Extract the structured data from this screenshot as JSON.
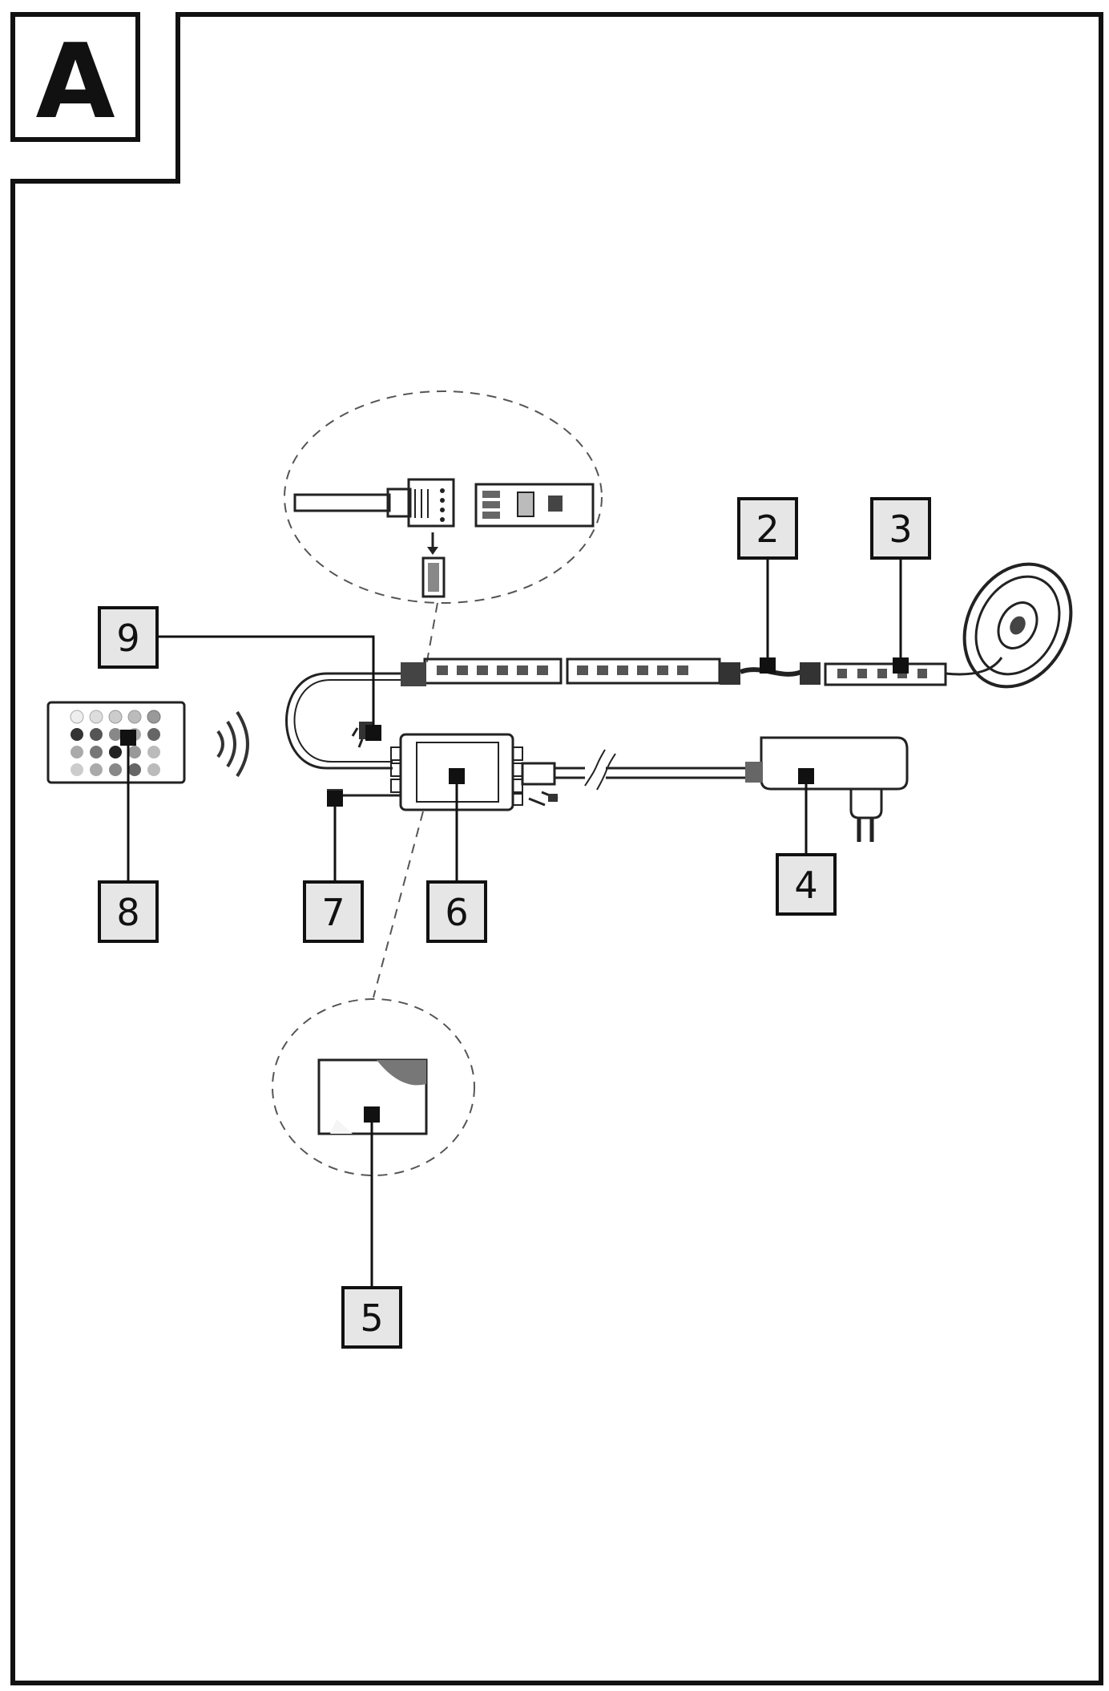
{
  "figure": {
    "panel_letter": "A",
    "colors": {
      "ink": "#111111",
      "label_fill": "#e6e6e6",
      "background": "#ffffff"
    },
    "callouts": [
      {
        "id": "2",
        "text": "2"
      },
      {
        "id": "3",
        "text": "3"
      },
      {
        "id": "4",
        "text": "4"
      },
      {
        "id": "5",
        "text": "5"
      },
      {
        "id": "6",
        "text": "6"
      },
      {
        "id": "7",
        "text": "7"
      },
      {
        "id": "8",
        "text": "8"
      },
      {
        "id": "9",
        "text": "9"
      }
    ],
    "icons": [
      "led-strip-icon",
      "strip-reel-icon",
      "power-adapter-icon",
      "controller-box-icon",
      "remote-control-icon",
      "wireless-signal-icon",
      "adhesive-pad-icon",
      "connector-detail-icon",
      "ir-receiver-icon",
      "connector-clip-icon",
      "strip-connector-icon"
    ]
  }
}
